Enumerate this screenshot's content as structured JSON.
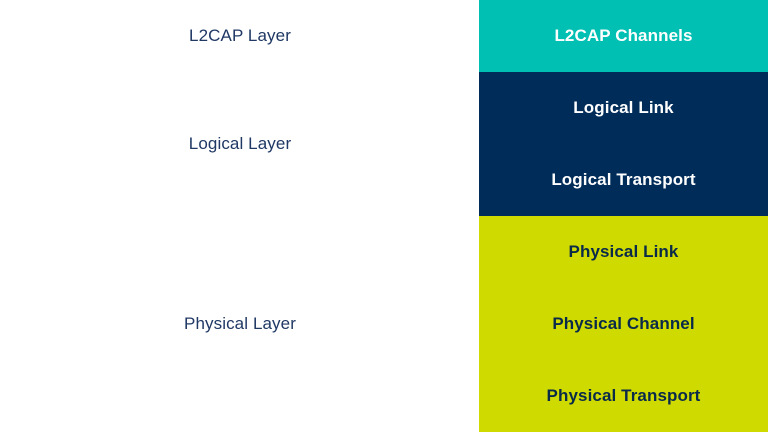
{
  "colors": {
    "label_text": "#1f3864",
    "l2cap_band": "#00bfb3",
    "logical_band": "#002c5a",
    "physical_band": "#cfdb00",
    "light_text": "#ffffff",
    "dark_text": "#0a2a4a"
  },
  "layers": {
    "l2cap": {
      "label": "L2CAP Layer",
      "items": [
        "L2CAP Channels"
      ]
    },
    "logical": {
      "label": "Logical Layer",
      "items": [
        "Logical Link",
        "Logical Transport"
      ]
    },
    "physical": {
      "label": "Physical Layer",
      "items": [
        "Physical Link",
        "Physical Channel",
        "Physical Transport"
      ]
    }
  }
}
